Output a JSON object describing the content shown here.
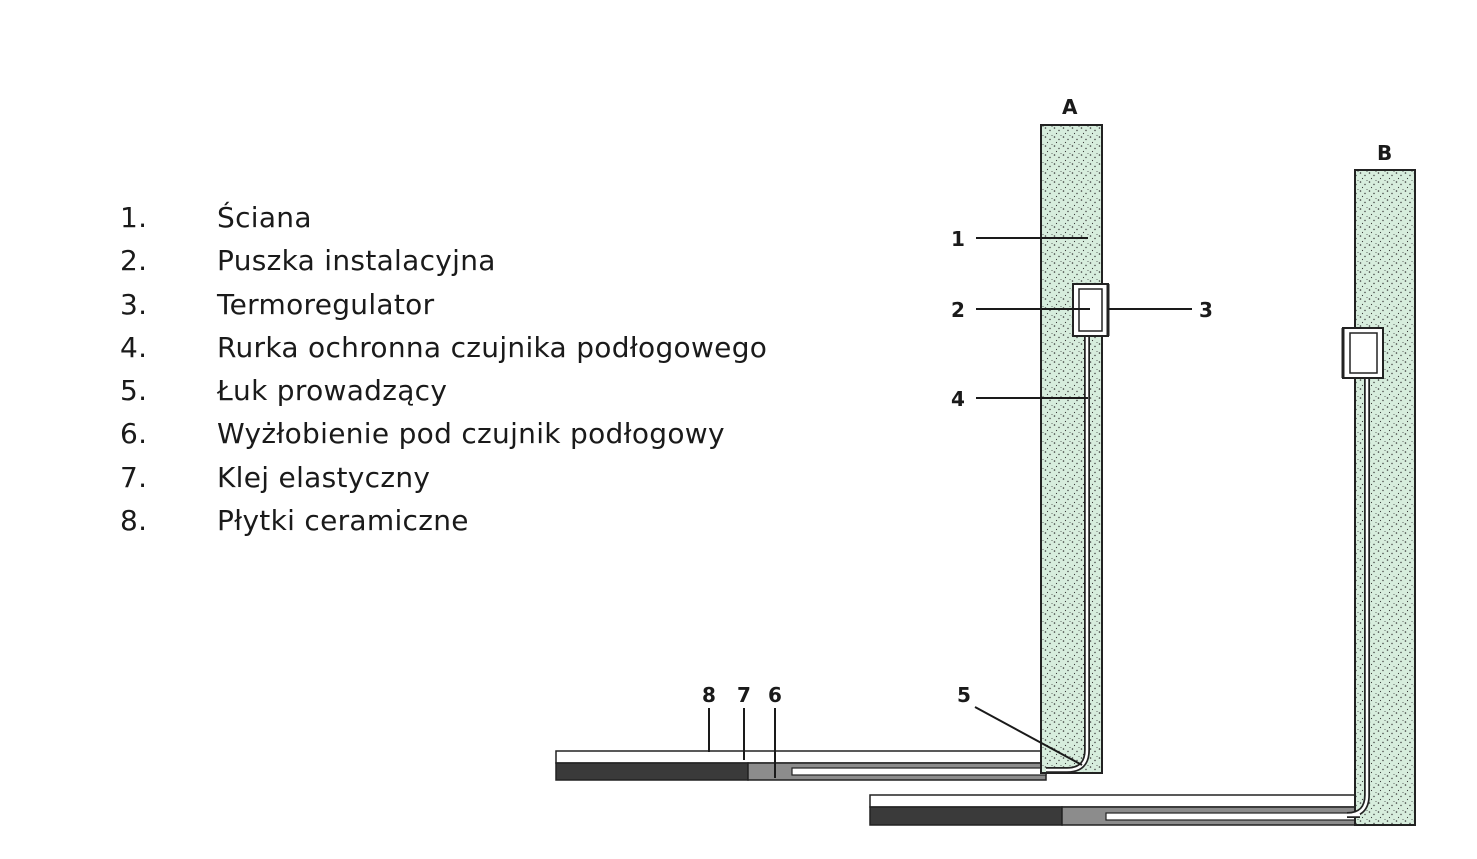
{
  "legend": {
    "items": [
      {
        "num": "1.",
        "text": "Ściana"
      },
      {
        "num": "2.",
        "text": "Puszka instalacyjna"
      },
      {
        "num": "3.",
        "text": "Termoregulator"
      },
      {
        "num": "4.",
        "text": "Rurka ochronna czujnika podłogowego"
      },
      {
        "num": "5.",
        "text": "Łuk prowadzący"
      },
      {
        "num": "6.",
        "text": "Wyżłobienie pod czujnik podłogowy"
      },
      {
        "num": "7.",
        "text": "Klej elastyczny"
      },
      {
        "num": "8.",
        "text": "Płytki ceramiczne"
      }
    ]
  },
  "diagram": {
    "variant_a": "A",
    "variant_b": "B",
    "callouts": {
      "c1": "1",
      "c2": "2",
      "c3": "3",
      "c4": "4",
      "c5": "5",
      "c6": "6",
      "c7": "7",
      "c8": "8"
    },
    "colors": {
      "wall": "#d7eddd",
      "stipple": "#3a3a3a",
      "tile": "#3a3a3a",
      "adhesive": "#8c8c8c",
      "outline": "#222222"
    }
  }
}
